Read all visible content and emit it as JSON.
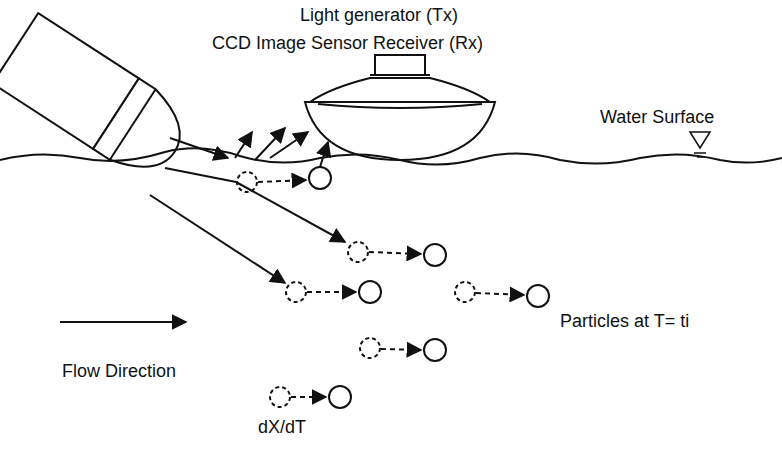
{
  "diagram": {
    "labels": [
      "Light generator (Tx)",
      "CCD Image Sensor Receiver (Rx)",
      "Water Surface",
      "Flow Direction",
      "Particles at T= ti",
      "dX/dT"
    ]
  }
}
